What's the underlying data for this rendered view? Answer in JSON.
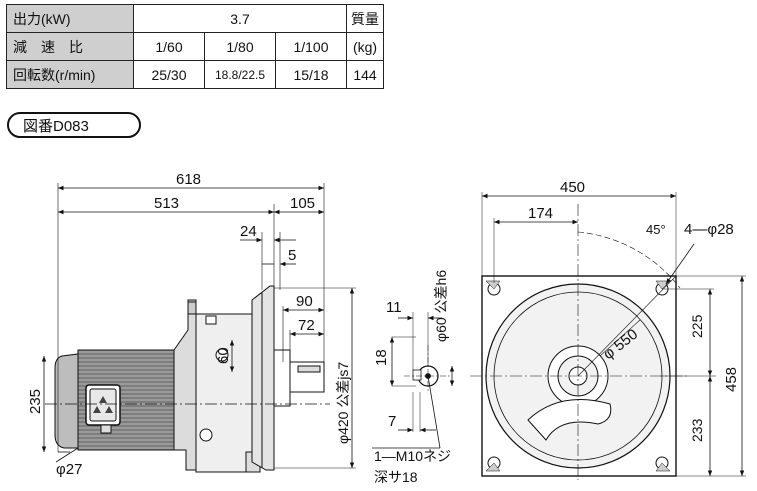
{
  "spec_table": {
    "output_label": "出力(kW)",
    "output_value": "3.7",
    "weight_label": "質量",
    "weight_unit": "(kg)",
    "weight_value": "144",
    "ratio_label": "減速比",
    "ratios": [
      "1/60",
      "1/80",
      "1/100"
    ],
    "speed_label": "回転数(r/min)",
    "speeds": [
      "25/30",
      "18.8/22.5",
      "15/18"
    ]
  },
  "drawing_id": "図番D083",
  "dims": {
    "overall_length": "618",
    "motor_length": "513",
    "shaft_length": "105",
    "flange_offset": "24",
    "flange_thickness": "5",
    "shaft_90": "90",
    "shaft_72": "72",
    "key_60": "60",
    "phi420": "φ420 公差js7",
    "height_235": "235",
    "phi27": "φ27",
    "key_11": "11",
    "key_18": "18",
    "key_7": "7",
    "phi60": "φ60 公差h6",
    "tap": "1—M10ネジ",
    "tap_depth": "深サ18",
    "width_450": "450",
    "offset_174": "174",
    "angle_45": "45°",
    "holes": "4—φ28",
    "pcd_550": "φ 550",
    "height_225": "225",
    "height_233": "233",
    "height_458": "458"
  }
}
